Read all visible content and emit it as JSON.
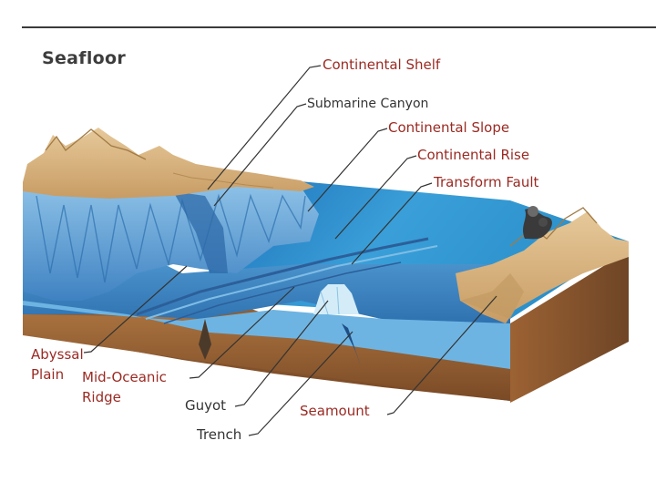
{
  "diagram": {
    "title": "Seafloor",
    "labels": {
      "continental_shelf": "Continental Shelf",
      "submarine_canyon": "Submarine Canyon",
      "continental_slope": "Continental Slope",
      "continental_rise": "Continental Rise",
      "transform_fault": "Transform Fault",
      "abyssal_plain_1": "Abyssal",
      "abyssal_plain_2": "Plain",
      "mid_oceanic_ridge_1": "Mid-Oceanic",
      "mid_oceanic_ridge_2": "Ridge",
      "guyot": "Guyot",
      "trench": "Trench",
      "seamount": "Seamount"
    },
    "colors": {
      "ocean_surface": "#2a8fc9",
      "ocean_deep": "#2f6fb3",
      "land_tan": "#d9b98a",
      "crust_brown": "#9a6a3c",
      "crust_dark": "#6e4526",
      "label_red": "#9a2a23",
      "label_dark": "#333333"
    }
  }
}
